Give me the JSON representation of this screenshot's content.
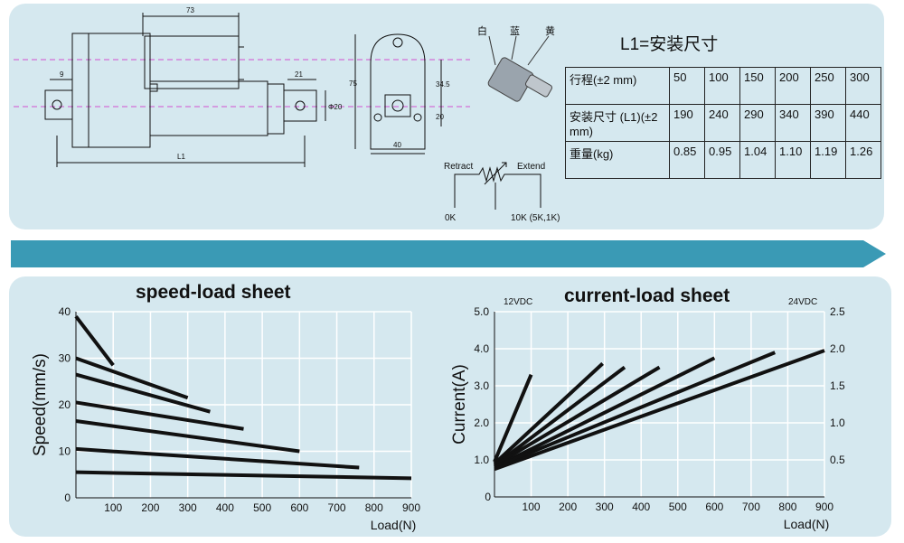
{
  "install": {
    "title": "L1=安装尺寸",
    "rows": [
      {
        "label": "行程(±2 mm)",
        "values": [
          "50",
          "100",
          "150",
          "200",
          "250",
          "300"
        ]
      },
      {
        "label": "安装尺寸 (L1)(±2 mm)",
        "values": [
          "190",
          "240",
          "290",
          "340",
          "390",
          "440"
        ]
      },
      {
        "label": "重量(kg)",
        "values": [
          "0.85",
          "0.95",
          "1.04",
          "1.10",
          "1.19",
          "1.26"
        ]
      }
    ]
  },
  "drawing": {
    "dim_73": "73",
    "dim_9": "9",
    "dim_21": "21",
    "dim_20_phi": "Φ20",
    "dim_L1": "L1",
    "dim_75": "75",
    "dim_34_5": "34.5",
    "dim_20": "20",
    "dim_40": "40",
    "wire_white": "白",
    "wire_blue": "蓝",
    "wire_yellow": "黄",
    "retract": "Retract",
    "extend": "Extend",
    "ok": "0K",
    "tenk": "10K (5K,1K)"
  },
  "colors": {
    "panel": "#d5e8ef",
    "banner": "#3a9ab5",
    "line": "#111111",
    "dash": "#d24fd2"
  },
  "chart_data": [
    {
      "type": "line",
      "title": "speed-load sheet",
      "xlabel": "Load(N)",
      "ylabel": "Speed(mm/s)",
      "xlim": [
        0,
        900
      ],
      "ylim": [
        0,
        40
      ],
      "xticks": [
        "100",
        "200",
        "300",
        "400",
        "500",
        "600",
        "700",
        "800",
        "900"
      ],
      "yticks": [
        "0",
        "10",
        "20",
        "30",
        "40"
      ],
      "grid": true,
      "series": [
        {
          "x": [
            0,
            100
          ],
          "values": [
            39,
            28.5
          ]
        },
        {
          "x": [
            0,
            300
          ],
          "values": [
            30,
            21.5
          ]
        },
        {
          "x": [
            0,
            360
          ],
          "values": [
            26.5,
            18.5
          ]
        },
        {
          "x": [
            0,
            450
          ],
          "values": [
            20.5,
            14.8
          ]
        },
        {
          "x": [
            0,
            600
          ],
          "values": [
            16.5,
            10
          ]
        },
        {
          "x": [
            0,
            760
          ],
          "values": [
            10.5,
            6.5
          ]
        },
        {
          "x": [
            0,
            900
          ],
          "values": [
            5.5,
            4.2
          ]
        }
      ]
    },
    {
      "type": "line",
      "title": "current-load sheet",
      "xlabel": "Load(N)",
      "ylabel": "Current(A)",
      "ylabel_left_top": "12VDC",
      "ylabel_right_top": "24VDC",
      "xlim": [
        0,
        900
      ],
      "ylim": [
        0,
        5
      ],
      "ylim_right": [
        0,
        2.5
      ],
      "xticks": [
        "100",
        "200",
        "300",
        "400",
        "500",
        "600",
        "700",
        "800",
        "900"
      ],
      "yticks": [
        "1.0",
        "2.0",
        "3.0",
        "4.0",
        "5.0"
      ],
      "yticks_right": [
        "0.5",
        "1.0",
        "1.5",
        "2.0",
        "2.5"
      ],
      "y_origin_label": "0",
      "grid": true,
      "series": [
        {
          "x": [
            0,
            100
          ],
          "values": [
            0.95,
            3.3
          ]
        },
        {
          "x": [
            0,
            295
          ],
          "values": [
            0.9,
            3.6
          ]
        },
        {
          "x": [
            0,
            355
          ],
          "values": [
            0.85,
            3.5
          ]
        },
        {
          "x": [
            0,
            450
          ],
          "values": [
            0.85,
            3.5
          ]
        },
        {
          "x": [
            0,
            600
          ],
          "values": [
            0.8,
            3.75
          ]
        },
        {
          "x": [
            0,
            765
          ],
          "values": [
            0.8,
            3.9
          ]
        },
        {
          "x": [
            0,
            900
          ],
          "values": [
            0.75,
            3.95
          ]
        }
      ]
    }
  ]
}
